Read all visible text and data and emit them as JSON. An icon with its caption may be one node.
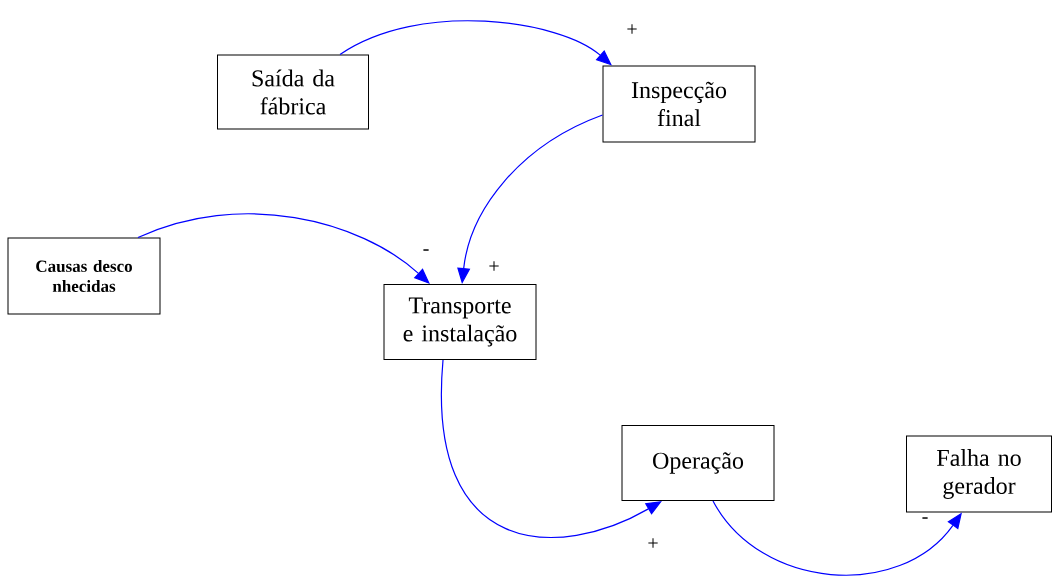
{
  "diagram": {
    "nodes": [
      {
        "text": [
          "Saída da fábrica"
        ]
      },
      {
        "text": [
          "Inspecção final"
        ]
      },
      {
        "text": [
          "**Causas desco nhecidas**"
        ]
      },
      {
        "text": [
          "Transporte e instalação"
        ]
      },
      {
        "text": [
          "Operação"
        ]
      },
      {
        "text": [
          "Falha no gerador"
        ]
      }
    ],
    "edges": [
      {
        "from": 0,
        "to": 1,
        "arrow": "to",
        "label": "+"
      },
      {
        "from": 1,
        "to": 3,
        "arrow": "to",
        "label": "+"
      },
      {
        "from": 2,
        "to": 3,
        "arrow": "to",
        "label": "-"
      },
      {
        "from": 3,
        "to": 4,
        "arrow": "to",
        "label": "+"
      },
      {
        "from": 4,
        "to": 5,
        "arrow": "to",
        "label": "-"
      }
    ]
  }
}
